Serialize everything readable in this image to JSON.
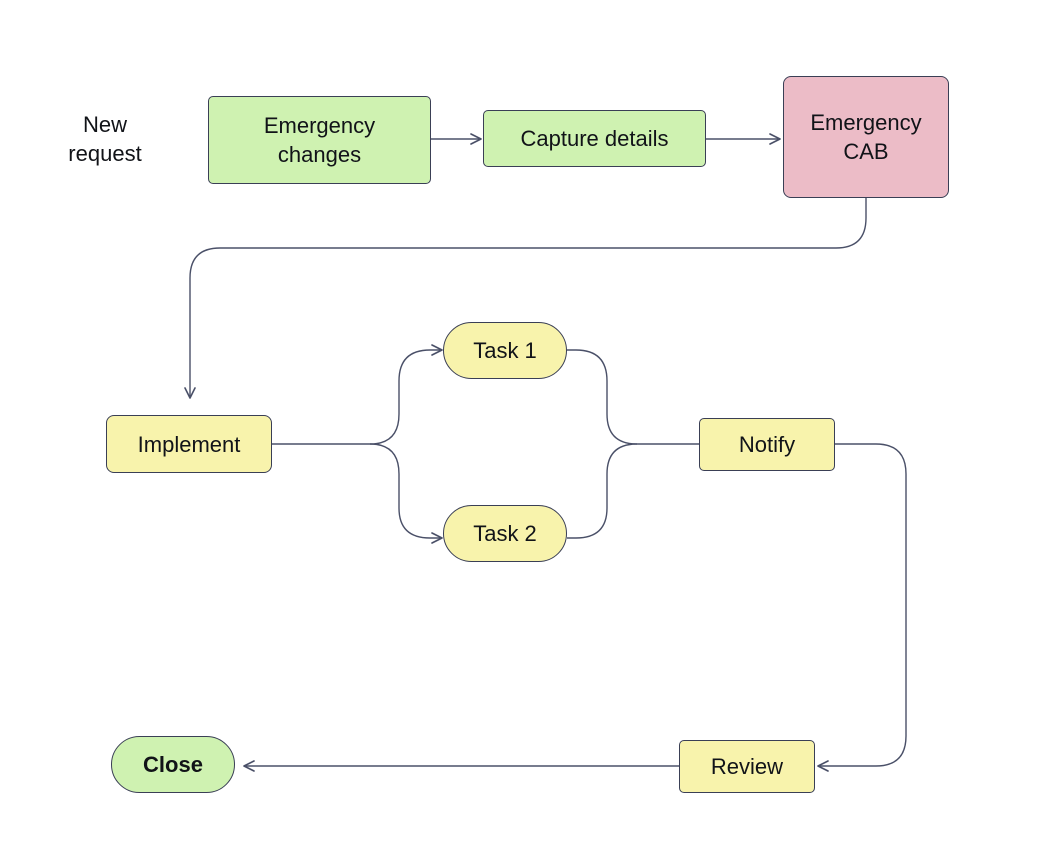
{
  "start_label": "New\nrequest",
  "nodes": {
    "emergency_changes": "Emergency\nchanges",
    "capture_details": "Capture details",
    "emergency_cab": "Emergency\nCAB",
    "implement": "Implement",
    "task1": "Task 1",
    "task2": "Task 2",
    "notify": "Notify",
    "review": "Review",
    "close": "Close"
  },
  "colors": {
    "green": "#cff2b1",
    "pink": "#ecbcc7",
    "yellow": "#f8f3ac",
    "border": "#3a3f55",
    "connector": "#4a5068"
  }
}
